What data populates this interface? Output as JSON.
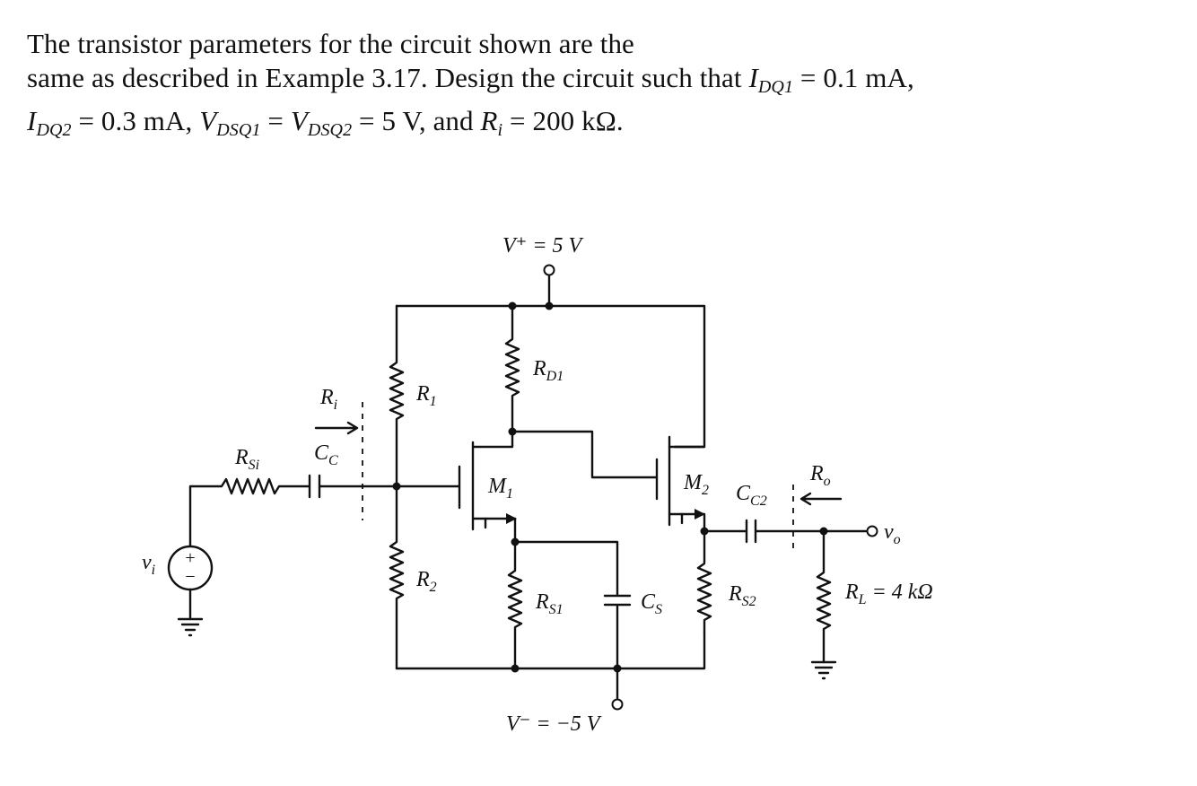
{
  "problem": {
    "line1": "The transistor parameters for the circuit shown are the",
    "line2_prefix": "same as described in Example 3.17. Design the circuit such that ",
    "idq1_sym": "I",
    "idq1_sub": "DQ1",
    "idq1_value": " = 0.1 mA,",
    "idq2_sym": "I",
    "idq2_sub": "DQ2",
    "idq2_value": " = 0.3  mA,  ",
    "vdsq1_sym": "V",
    "vdsq1_sub": "DSQ1",
    "eq_sign": " = ",
    "vdsq2_sym": "V",
    "vdsq2_sub": "DSQ2",
    "vds_value": " = 5  V,  and  ",
    "ri_sym": "R",
    "ri_sub": "i",
    "ri_value": " = 200  kΩ."
  },
  "circuit": {
    "vplus": "V⁺ = 5 V",
    "vminus": "V⁻ = −5 V",
    "rd1": "R",
    "rd1_sub": "D1",
    "r1": "R",
    "r1_sub": "1",
    "r2": "R",
    "r2_sub": "2",
    "ri_label": "R",
    "ri_label_sub": "i",
    "cc": "C",
    "cc_sub": "C",
    "rsi": "R",
    "rsi_sub": "Si",
    "m1": "M",
    "m1_sub": "1",
    "m2": "M",
    "m2_sub": "2",
    "cc2": "C",
    "cc2_sub": "C2",
    "ro": "R",
    "ro_sub": "o",
    "vo": "v",
    "vo_sub": "o",
    "vi": "v",
    "vi_sub": "i",
    "rs1": "R",
    "rs1_sub": "S1",
    "cs": "C",
    "cs_sub": "S",
    "rs2": "R",
    "rs2_sub": "S2",
    "rl": "R",
    "rl_sub": "L",
    "rl_value": " = 4 kΩ",
    "source_plus": "+",
    "source_minus": "−"
  }
}
